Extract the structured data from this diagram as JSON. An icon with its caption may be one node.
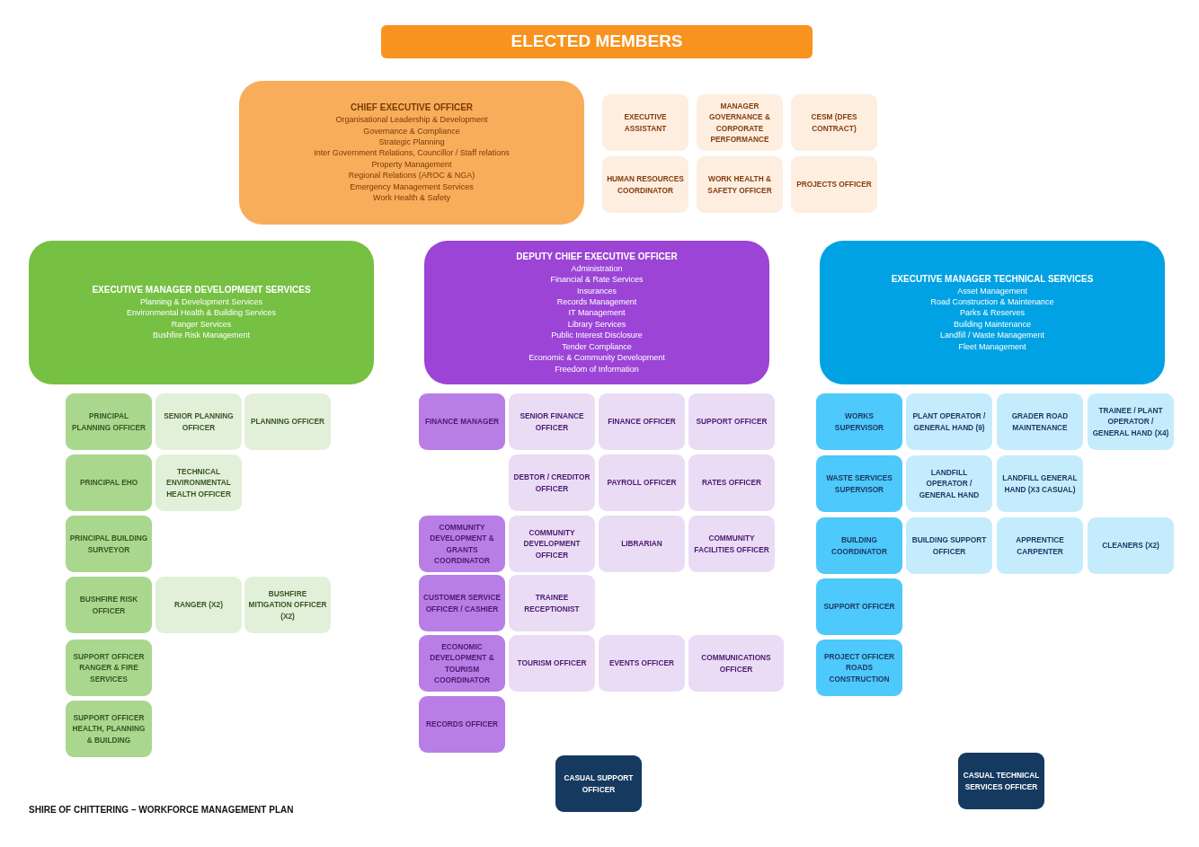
{
  "diagram": {
    "caption": "SHIRE OF CHITTERING – WORKFORCE MANAGEMENT PLAN",
    "nodes": [
      {
        "text": [
          "ELECTED MEMBERS"
        ]
      },
      {
        "text": [
          "CHIEF EXECUTIVE OFFICER",
          "Organisational Leadership & Development",
          "Governance & Compliance",
          "Strategic Planning",
          "Inter Government Relations, Councillor / Staff relations",
          "Property Management",
          "Regional Relations (AROC & NGA)",
          "Emergency Management Services",
          "Work Health & Safety"
        ]
      },
      {
        "text": [
          "EXECUTIVE ASSISTANT"
        ]
      },
      {
        "text": [
          "MANAGER GOVERNANCE & CORPORATE PERFORMANCE"
        ]
      },
      {
        "text": [
          "CESM (DFES CONTRACT)"
        ]
      },
      {
        "text": [
          "HUMAN RESOURCES COORDINATOR"
        ]
      },
      {
        "text": [
          "WORK HEALTH & SAFETY OFFICER"
        ]
      },
      {
        "text": [
          "PROJECTS OFFICER"
        ]
      },
      {
        "text": [
          "EXECUTIVE MANAGER DEVELOPMENT SERVICES",
          "Planning & Development Services",
          "Environmental Health & Building Services",
          "Ranger Services",
          "Bushfire Risk Management"
        ]
      },
      {
        "text": [
          "DEPUTY CHIEF EXECUTIVE OFFICER",
          "Administration",
          "Financial & Rate Services",
          "Insurances",
          "Records Management",
          "IT Management",
          "Library Services",
          "Public Interest Disclosure",
          "Tender Compliance",
          "Economic & Community Development",
          "Freedom of Information"
        ]
      },
      {
        "text": [
          "EXECUTIVE MANAGER TECHNICAL SERVICES",
          "Asset Management",
          "Road Construction & Maintenance",
          "Parks & Reserves",
          "Building Maintenance",
          "Landfill / Waste Management",
          "Fleet Management"
        ]
      },
      {
        "text": [
          "PRINCIPAL PLANNING OFFICER"
        ]
      },
      {
        "text": [
          "SENIOR PLANNING OFFICER"
        ]
      },
      {
        "text": [
          "PLANNING OFFICER"
        ]
      },
      {
        "text": [
          "PRINCIPAL EHO"
        ]
      },
      {
        "text": [
          "TECHNICAL ENVIRONMENTAL HEALTH OFFICER"
        ]
      },
      {
        "text": [
          "PRINCIPAL BUILDING SURVEYOR"
        ]
      },
      {
        "text": [
          "BUSHFIRE RISK OFFICER"
        ]
      },
      {
        "text": [
          "RANGER (X2)"
        ]
      },
      {
        "text": [
          "BUSHFIRE MITIGATION OFFICER (X2)"
        ]
      },
      {
        "text": [
          "SUPPORT OFFICER RANGER & FIRE SERVICES"
        ]
      },
      {
        "text": [
          "SUPPORT OFFICER HEALTH, PLANNING & BUILDING"
        ]
      },
      {
        "text": [
          "FINANCE MANAGER"
        ]
      },
      {
        "text": [
          "SENIOR FINANCE OFFICER"
        ]
      },
      {
        "text": [
          "FINANCE OFFICER"
        ]
      },
      {
        "text": [
          "SUPPORT OFFICER"
        ]
      },
      {
        "text": [
          "DEBTOR / CREDITOR OFFICER"
        ]
      },
      {
        "text": [
          "PAYROLL OFFICER"
        ]
      },
      {
        "text": [
          "RATES OFFICER"
        ]
      },
      {
        "text": [
          "COMMUNITY DEVELOPMENT & GRANTS COORDINATOR"
        ]
      },
      {
        "text": [
          "COMMUNITY DEVELOPMENT OFFICER"
        ]
      },
      {
        "text": [
          "LIBRARIAN"
        ]
      },
      {
        "text": [
          "COMMUNITY FACILITIES OFFICER"
        ]
      },
      {
        "text": [
          "CUSTOMER SERVICE OFFICER / CASHIER"
        ]
      },
      {
        "text": [
          "TRAINEE RECEPTIONIST"
        ]
      },
      {
        "text": [
          "ECONOMIC DEVELOPMENT & TOURISM COORDINATOR"
        ]
      },
      {
        "text": [
          "TOURISM OFFICER"
        ]
      },
      {
        "text": [
          "EVENTS OFFICER"
        ]
      },
      {
        "text": [
          "COMMUNICATIONS OFFICER"
        ]
      },
      {
        "text": [
          "RECORDS OFFICER"
        ]
      },
      {
        "text": [
          "CASUAL SUPPORT OFFICER"
        ]
      },
      {
        "text": [
          "WORKS SUPERVISOR"
        ]
      },
      {
        "text": [
          "PLANT OPERATOR / GENERAL HAND (9)"
        ]
      },
      {
        "text": [
          "GRADER ROAD MAINTENANCE"
        ]
      },
      {
        "text": [
          "TRAINEE / PLANT OPERATOR / GENERAL HAND (X4)"
        ]
      },
      {
        "text": [
          "WASTE SERVICES SUPERVISOR"
        ]
      },
      {
        "text": [
          "LANDFILL OPERATOR / GENERAL HAND"
        ]
      },
      {
        "text": [
          "LANDFILL GENERAL HAND (X3 CASUAL)"
        ]
      },
      {
        "text": [
          "BUILDING COORDINATOR"
        ]
      },
      {
        "text": [
          "BUILDING SUPPORT OFFICER"
        ]
      },
      {
        "text": [
          "APPRENTICE CARPENTER"
        ]
      },
      {
        "text": [
          "CLEANERS (X2)"
        ]
      },
      {
        "text": [
          "SUPPORT OFFICER"
        ]
      },
      {
        "text": [
          "PROJECT OFFICER ROADS CONSTRUCTION"
        ]
      },
      {
        "text": [
          "CASUAL TECHNICAL SERVICES OFFICER"
        ]
      }
    ]
  }
}
